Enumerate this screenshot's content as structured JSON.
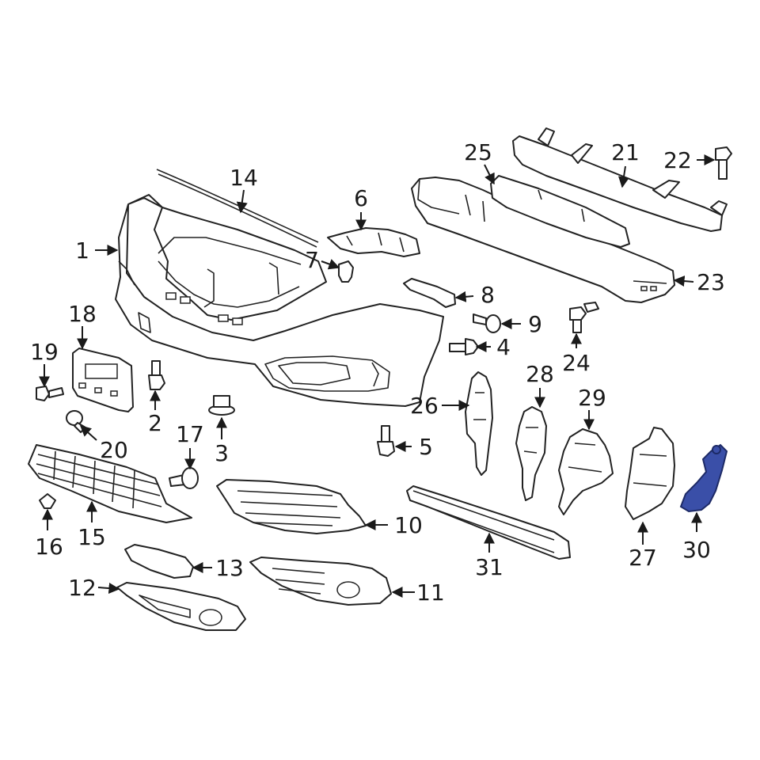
{
  "diagram": {
    "highlight_color": "#3a4fa8",
    "callouts": {
      "c1": "1",
      "c2": "2",
      "c3": "3",
      "c4": "4",
      "c5": "5",
      "c6": "6",
      "c7": "7",
      "c8": "8",
      "c9": "9",
      "c10": "10",
      "c11": "11",
      "c12": "12",
      "c13": "13",
      "c14": "14",
      "c15": "15",
      "c16": "16",
      "c17": "17",
      "c18": "18",
      "c19": "19",
      "c20": "20",
      "c21": "21",
      "c22": "22",
      "c23": "23",
      "c24": "24",
      "c25": "25",
      "c26": "26",
      "c27": "27",
      "c28": "28",
      "c29": "29",
      "c30": "30",
      "c31": "31"
    }
  }
}
